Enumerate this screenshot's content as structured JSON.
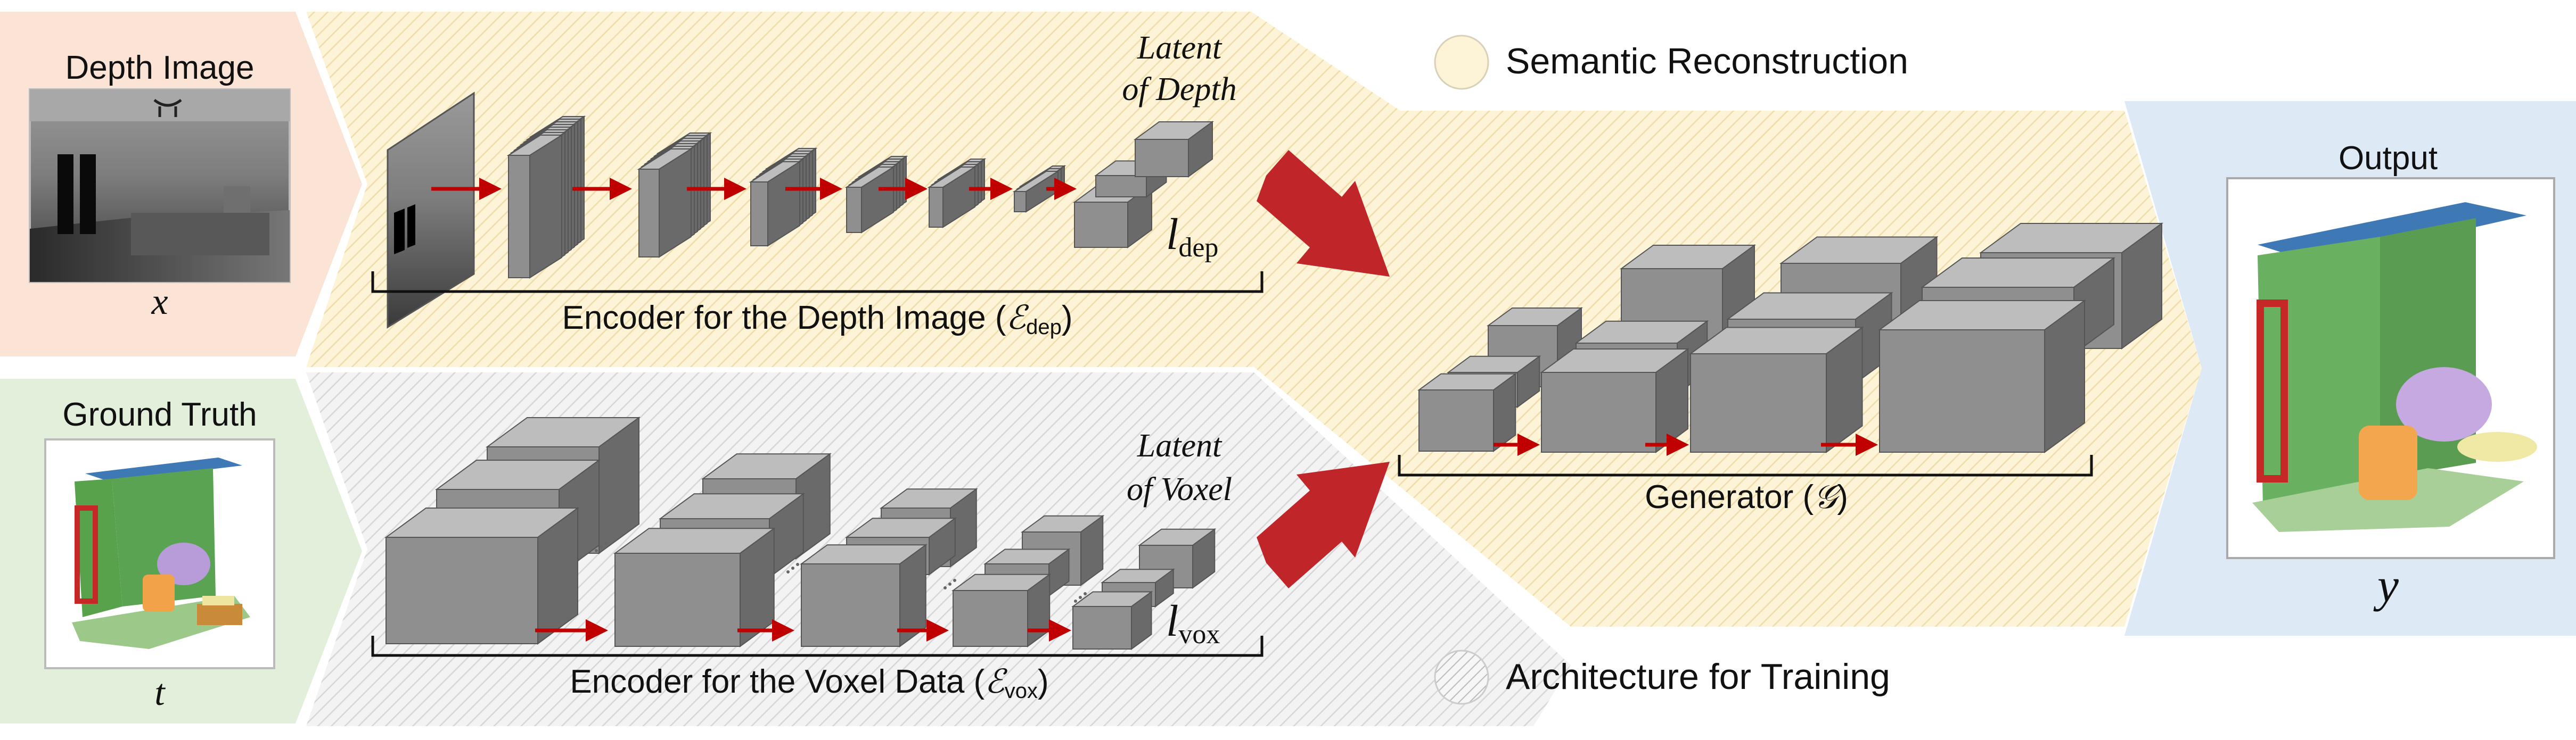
{
  "legend": {
    "semantic": "Semantic Reconstruction",
    "training": "Architecture for Training"
  },
  "input": {
    "title": "Depth Image",
    "var": "x"
  },
  "ground_truth": {
    "title": "Ground Truth",
    "var": "t"
  },
  "output": {
    "title": "Output",
    "var": "y"
  },
  "encoder_depth": {
    "label": "Encoder for the Depth Image (",
    "sym": "ℰ",
    "sub": "dep",
    "close": ")",
    "latent_line1": "Latent",
    "latent_line2": "of Depth",
    "latent_var": "l",
    "latent_sub": "dep"
  },
  "encoder_voxel": {
    "label": "Encoder for the Voxel Data (",
    "sym": "ℰ",
    "sub": "vox",
    "close": ")",
    "latent_line1": "Latent",
    "latent_line2": "of Voxel",
    "latent_var": "l",
    "latent_sub": "vox"
  },
  "generator": {
    "label": "Generator (",
    "sym": "𝒢",
    "close": ")"
  },
  "colors": {
    "input_bg": "#fbe3d6",
    "gt_bg": "#e2efda",
    "output_bg": "#dde9f5",
    "semantic_band": "#fdf3d7",
    "training_band": "#efefef",
    "block_front": "#8f8f8f",
    "block_top": "#bdbdbd",
    "block_side": "#6a6a6a",
    "arrow_red": "#c00000",
    "big_arrow": "#c0252a"
  }
}
